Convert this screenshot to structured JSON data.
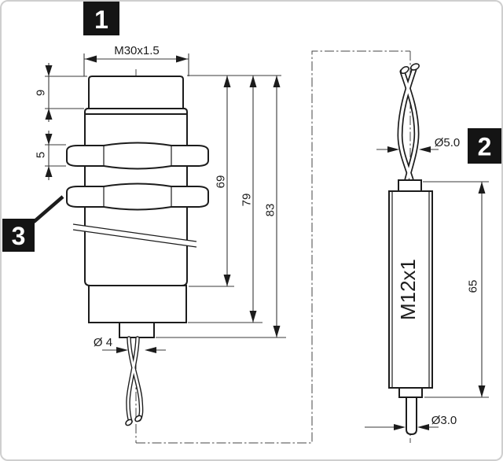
{
  "drawing": {
    "badges": [
      {
        "label": "1"
      },
      {
        "label": "2"
      },
      {
        "label": "3"
      }
    ],
    "sensor": {
      "thread": "M30x1.5",
      "head_height": "9",
      "nut_height": "5",
      "len_barrel": "69",
      "len_housing": "79",
      "len_total": "83",
      "cable_dia": "Ø 4"
    },
    "connector": {
      "thread": "M12x1",
      "cable_dia": "Ø5.0",
      "length": "65",
      "pin_dia": "Ø3.0"
    }
  },
  "colors": {
    "line": "#1c1c1c",
    "dimension": "#3a3a3a",
    "badge_bg": "#141414",
    "badge_text": "#ffffff",
    "background": "#ffffff",
    "frame": "#cfcfcf"
  }
}
